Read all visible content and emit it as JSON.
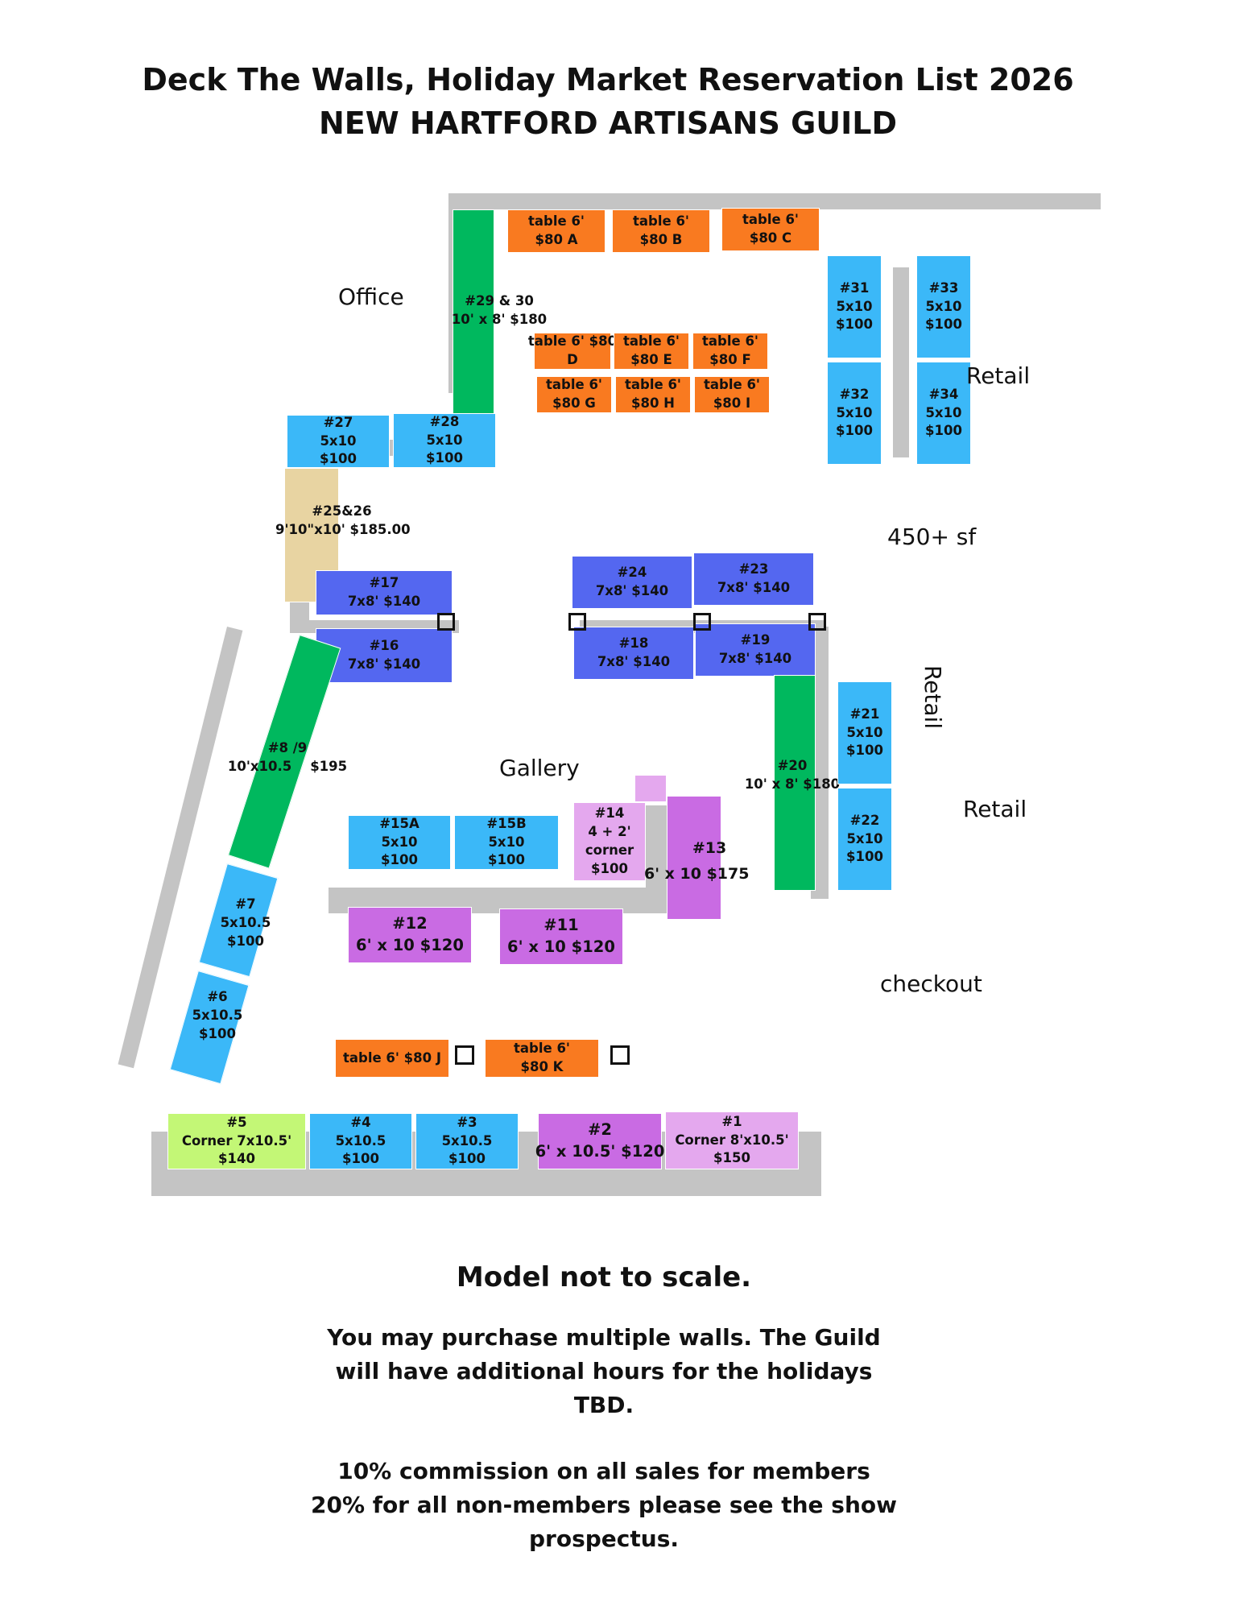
{
  "title": {
    "line1": "Deck The Walls, Holiday Market Reservation List 2026",
    "line2": "NEW HARTFORD ARTISANS GUILD"
  },
  "rooms": {
    "office": "Office",
    "retail_top": "Retail",
    "area": "450+ sf",
    "retail_side": "Retail",
    "retail_right": "Retail",
    "gallery": "Gallery",
    "checkout": "checkout"
  },
  "booths": {
    "tA": [
      "table 6'",
      "$80 A"
    ],
    "tB": [
      "table 6'",
      "$80 B"
    ],
    "tC": [
      "table 6'",
      "$80 C"
    ],
    "tD": [
      "table 6' $80",
      "D"
    ],
    "tE": [
      "table 6'",
      "$80 E"
    ],
    "tF": [
      "table 6'",
      "$80 F"
    ],
    "tG": [
      "table 6'",
      "$80 G"
    ],
    "tH": [
      "table 6'",
      "$80 H"
    ],
    "tI": [
      "table 6'",
      "$80 I"
    ],
    "tJ": [
      "table 6' $80 J"
    ],
    "tK": [
      "table 6'",
      "$80 K"
    ],
    "b29": [
      "#29 & 30",
      "10' x 8' $180"
    ],
    "b31": [
      "#31",
      "5x10",
      "$100"
    ],
    "b32": [
      "#32",
      "5x10",
      "$100"
    ],
    "b33": [
      "#33",
      "5x10",
      "$100"
    ],
    "b34": [
      "#34",
      "5x10",
      "$100"
    ],
    "b27": [
      "#27",
      "5x10",
      "$100"
    ],
    "b28": [
      "#28",
      "5x10",
      "$100"
    ],
    "b25": [
      "#25&26",
      "9'10\"x10' $185.00"
    ],
    "b17": [
      "#17",
      "7x8' $140"
    ],
    "b16": [
      "#16",
      "7x8' $140"
    ],
    "b24": [
      "#24",
      "7x8' $140"
    ],
    "b23": [
      "#23",
      "7x8' $140"
    ],
    "b18": [
      "#18",
      "7x8' $140"
    ],
    "b19": [
      "#19",
      "7x8' $140"
    ],
    "b20": [
      "#20",
      "10' x 8' $180"
    ],
    "b21": [
      "#21",
      "5x10",
      "$100"
    ],
    "b22": [
      "#22",
      "5x10",
      "$100"
    ],
    "b8": [
      "#8 /9",
      "10'x10.5    $195"
    ],
    "b7": [
      "#7",
      "5x10.5",
      "$100"
    ],
    "b6": [
      "#6",
      "5x10.5",
      "$100"
    ],
    "b15A": [
      "#15A",
      "5x10",
      "$100"
    ],
    "b15B": [
      "#15B",
      "5x10",
      "$100"
    ],
    "b14": [
      "#14",
      "4 + 2'",
      "corner",
      "$100"
    ],
    "b13": [
      "#13",
      "6' x 10 $175"
    ],
    "b12": [
      "#12",
      "6' x 10 $120"
    ],
    "b11": [
      "#11",
      "6' x 10 $120"
    ],
    "b5": [
      "#5",
      "Corner 7x10.5'",
      "$140"
    ],
    "b4": [
      "#4",
      "5x10.5",
      "$100"
    ],
    "b3": [
      "#3",
      "5x10.5",
      "$100"
    ],
    "b2": [
      "#2",
      "6' x 10.5' $120"
    ],
    "b1": [
      "#1",
      "Corner 8'x10.5'",
      "$150"
    ]
  },
  "footer": {
    "scale": "Model not to scale.",
    "hours": [
      "You may purchase multiple walls. The Guild",
      "will have additional hours for the holidays",
      "TBD."
    ],
    "commission": [
      "10% commission on all sales for members",
      "20% for all non-members please see the show",
      "prospectus."
    ]
  },
  "colors": {
    "table": "#f97a20",
    "booth_5x10": "#3bb8f8",
    "booth_7x8": "#5467f0",
    "booth_large": "#00b85e",
    "booth_25_26": "#e8d4a2",
    "booth_6x10": "#c96be3",
    "booth_corner": "#e4a8ee",
    "booth_5": "#c3f776",
    "wall": "#c4c4c4"
  }
}
